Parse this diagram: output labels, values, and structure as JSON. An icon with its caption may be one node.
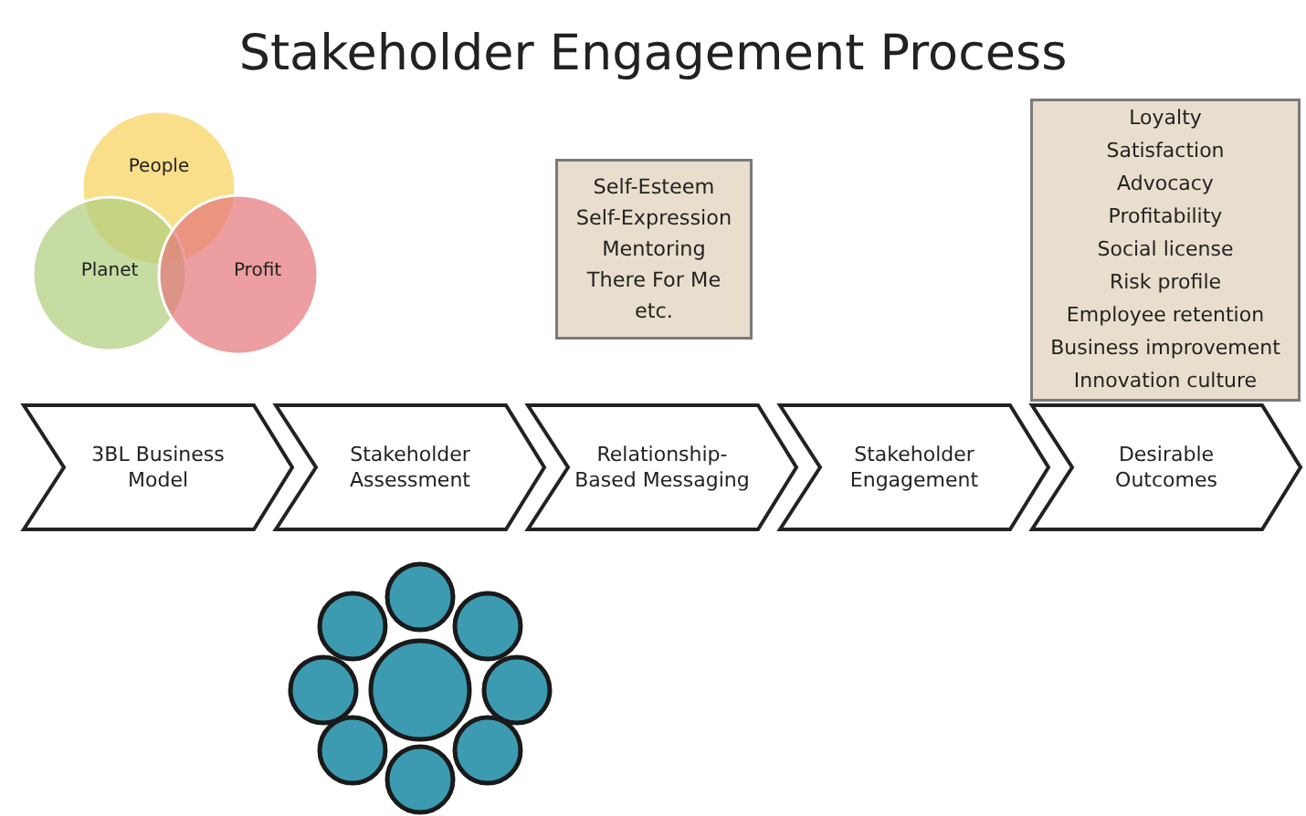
{
  "diagram": {
    "title": "Stakeholder Engagement Process",
    "nodes": [
      {
        "text": [
          "People"
        ]
      },
      {
        "text": [
          "Planet"
        ]
      },
      {
        "text": [
          "Profit"
        ]
      },
      {
        "text": [
          "Self-Esteem",
          "Self-Expression",
          "Mentoring",
          "There For Me",
          "etc."
        ]
      },
      {
        "text": [
          "Loyalty",
          "Satisfaction",
          "Advocacy",
          "Profitability",
          "Social license",
          "Risk profile",
          "Employee retention",
          "Business improvement",
          "Innovation culture"
        ]
      },
      {
        "text": [
          "3BL Business Model"
        ]
      },
      {
        "text": [
          "Stakeholder Assessment"
        ]
      },
      {
        "text": [
          "Relationship-Based Messaging"
        ]
      },
      {
        "text": [
          "Stakeholder Engagement"
        ]
      },
      {
        "text": [
          "Desirable Outcomes"
        ]
      }
    ],
    "edges": []
  }
}
